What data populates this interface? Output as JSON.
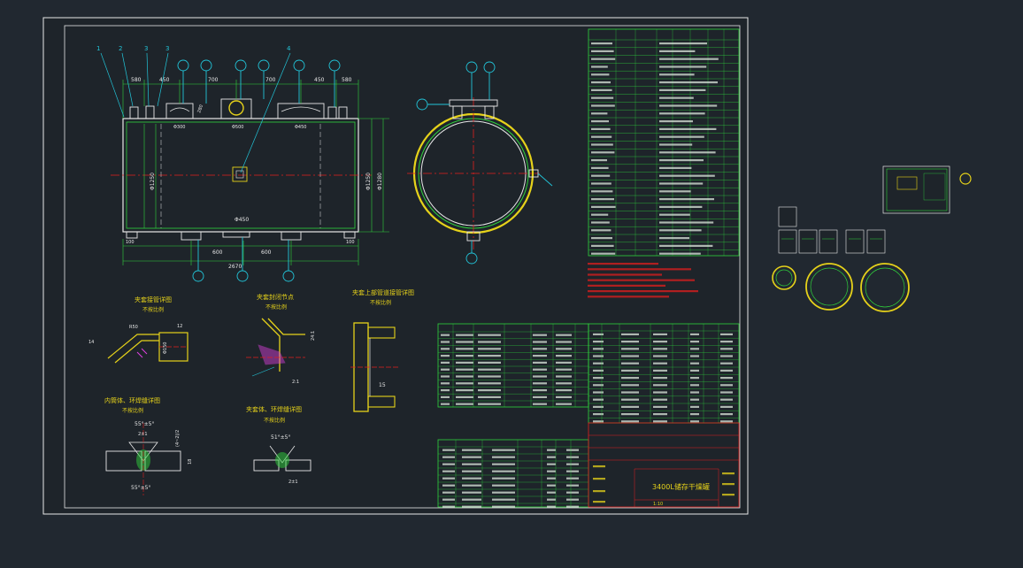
{
  "drawing": {
    "balloons": [
      "1",
      "2",
      "3",
      "4"
    ],
    "dims": {
      "top": [
        "580",
        "450",
        "700",
        "700",
        "450",
        "580"
      ],
      "top_left": "280",
      "dia_right": [
        "Φ1250",
        "Φ1280"
      ],
      "dia_left": "Φ1250",
      "bottom": [
        "600",
        "600"
      ],
      "bottom_total": "2670",
      "bottom_mid": "Φ450",
      "left_foot": "100",
      "right_foot": "100",
      "nozzle_a": "Φ300",
      "nozzle_b": "Φ500",
      "nozzle_c": "Φ450"
    },
    "details": {
      "d1_title": "夹套接管详图",
      "d1_sub": "不按比例",
      "d1_dims": [
        "R50",
        "Φ150",
        "12",
        "14"
      ],
      "d2_title": "夹套封闭节点",
      "d2_sub": "不按比例",
      "d2_dims": [
        "24:1",
        "2:1"
      ],
      "d3_title": "夹套上部管道接管详图",
      "d3_sub": "不按比例",
      "d3_dims": [
        "15"
      ],
      "d4_title": "内筒体、环焊缝详图",
      "d4_sub": "不按比例",
      "d4_dims": [
        "55°±5°",
        "2±1",
        "(4~2)/2",
        "18"
      ],
      "d5_title": "夹套体、环焊缝详图",
      "d5_sub": "不按比例",
      "d5_dims": [
        "51°±5°",
        "2±1"
      ]
    },
    "title_block": {
      "title": "3400L储存干燥罐",
      "scale": "1:10"
    }
  },
  "colors": {
    "background": "#212830",
    "sheet": "#1e242a",
    "frame": "#e8e8e8",
    "vessel": "#e8e8e8",
    "jacket": "#e6d21a",
    "dimension": "#2fd23c",
    "leader": "#22c4d8",
    "centerline": "#e21e1e",
    "hatch": "#e040e0",
    "notes": "#e21e1e",
    "tables": "#2fd23c",
    "table_text": "#dde8dd"
  }
}
